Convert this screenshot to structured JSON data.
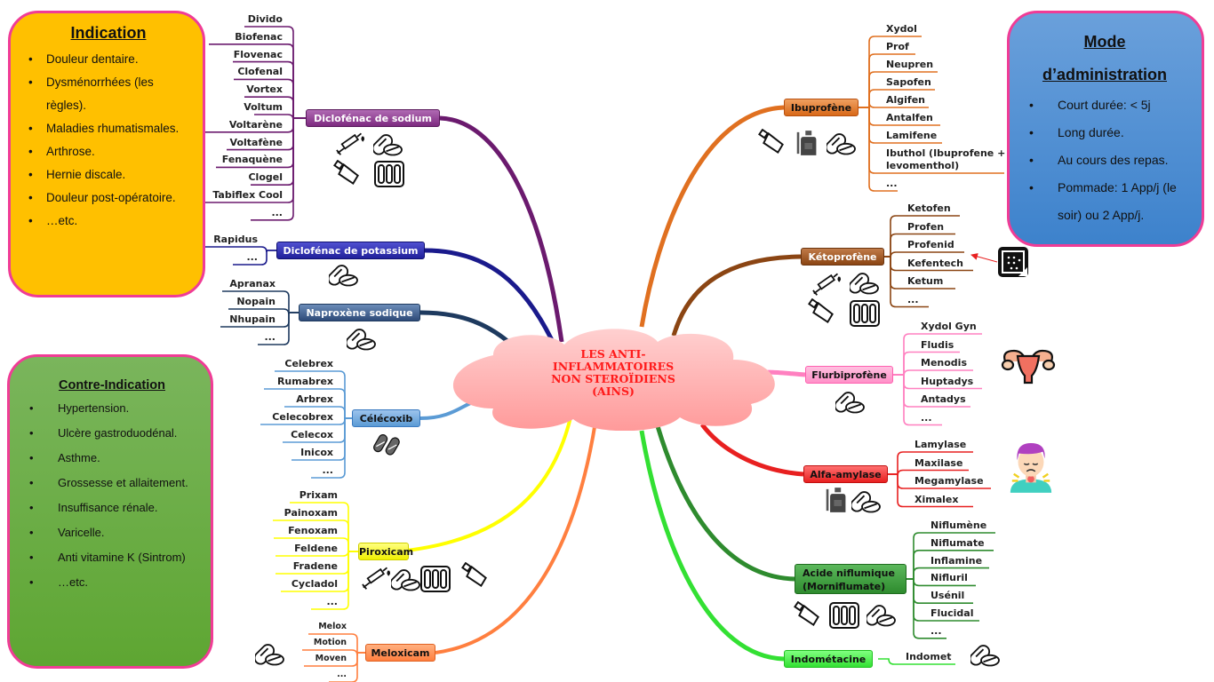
{
  "center": {
    "lines": [
      "LES ANTI-",
      "INFLAMMATOIRES",
      "NON STEROÏDIENS",
      "(AINS)"
    ],
    "color": "#ff1a1a",
    "fill": "#ffb3b3"
  },
  "indication": {
    "title": "Indication",
    "items": [
      "Douleur dentaire.",
      "Dysménorrhées (les règles).",
      "Maladies rhumatismales.",
      "Arthrose.",
      "Hernie discale.",
      "Douleur post-opératoire.",
      "…etc."
    ]
  },
  "contre_indication": {
    "title": "Contre-Indication",
    "items": [
      "Hypertension.",
      "Ulcère gastroduodénal.",
      "Asthme.",
      "Grossesse et allaitement.",
      "Insuffisance rénale.",
      "Varicelle.",
      "Anti vitamine K (Sintrom)",
      "…etc."
    ]
  },
  "mode_administration": {
    "title_line1": "Mode",
    "title_line2": "d’administration",
    "items": [
      "Court durée: < 5j",
      "Long durée.",
      "Au cours des repas.",
      "Pommade: 1 App/j (le soir) ou 2 App/j."
    ]
  },
  "topics": {
    "diclofenac_sodium": {
      "label": "Diclofénac de sodium",
      "color": "#6b1a6e",
      "brands": [
        "Divido",
        "Biofenac",
        "Flovenac",
        "Clofenal",
        "Vortex",
        "Voltum",
        "Voltarène",
        "Voltafène",
        "Fenaquène",
        "Clogel",
        "Tabiflex Cool",
        "..."
      ],
      "forms": [
        "syringe-icon",
        "pill-icon",
        "ointment-tube-icon",
        "suppository-icon"
      ]
    },
    "diclofenac_potassium": {
      "label": "Diclofénac de potassium",
      "color": "#1a1a8c",
      "brands": [
        "Rapidus",
        "..."
      ],
      "forms": [
        "pill-icon"
      ]
    },
    "naproxene": {
      "label": "Naproxène sodique",
      "color": "#1e3a5f",
      "brands": [
        "Apranax",
        "Nopain",
        "Nhupain",
        "..."
      ],
      "forms": [
        "pill-icon"
      ]
    },
    "celecoxib": {
      "label": "Célécoxib",
      "color": "#5b9bd5",
      "brands": [
        "Celebrex",
        "Rumabrex",
        "Arbrex",
        "Celecobrex",
        "Celecox",
        "Inicox",
        "..."
      ],
      "forms": [
        "capsules-icon"
      ]
    },
    "piroxicam": {
      "label": "Piroxicam",
      "color": "#ffff00",
      "brands": [
        "Prixam",
        "Painoxam",
        "Fenoxam",
        "Feldene",
        "Fradene",
        "Cycladol",
        "..."
      ],
      "forms": [
        "syringe-icon",
        "pill-icon",
        "suppository-icon",
        "ointment-tube-icon"
      ]
    },
    "meloxicam": {
      "label": "Meloxicam",
      "color": "#ff7f3f",
      "brands": [
        "Melox",
        "Motion",
        "Moven",
        "..."
      ],
      "forms": [
        "pill-icon"
      ]
    },
    "ibuprofene": {
      "label": "Ibuprofène",
      "color": "#e07020",
      "brands": [
        "Xydol",
        "Prof",
        "Neupren",
        "Sapofen",
        "Algifen",
        "Antalfen",
        "Lamifene",
        "Ibuthol (Ibuprofene + levomenthol)",
        "..."
      ],
      "forms": [
        "ointment-tube-icon",
        "syrup-bottle-icon",
        "pill-icon"
      ]
    },
    "ketoprofene": {
      "label": "Kétoprofène",
      "color": "#8b4513",
      "brands": [
        "Ketofen",
        "Profen",
        "Profenid",
        "Kefentech",
        "Ketum",
        "..."
      ],
      "forms": [
        "syringe-icon",
        "pill-icon",
        "ointment-tube-icon",
        "suppository-icon"
      ],
      "annotation": "patch-icon"
    },
    "flurbiprofene": {
      "label": "Flurbiprofène",
      "color": "#ff80c0",
      "brands": [
        "Xydol Gyn",
        "Fludis",
        "Menodis",
        "Huptadys",
        "Antadys",
        "..."
      ],
      "forms": [
        "pill-icon"
      ],
      "illustration": "uterus-icon"
    },
    "alfa_amylase": {
      "label": "Alfa-amylase",
      "color": "#e82020",
      "brands": [
        "Lamylase",
        "Maxilase",
        "Megamylase",
        "Ximalex"
      ],
      "forms": [
        "syrup-bottle-icon",
        "pill-icon"
      ],
      "illustration": "sore-throat-person-icon"
    },
    "acide_niflumique": {
      "label_line1": "Acide niflumique",
      "label_line2": "(Morniflumate)",
      "color": "#2e8b2e",
      "brands": [
        "Niflumène",
        "Niflumate",
        "Inflamine",
        "Nifluril",
        "Usénil",
        "Flucidal",
        "..."
      ],
      "forms": [
        "ointment-tube-icon",
        "suppository-icon",
        "pill-icon"
      ]
    },
    "indometacine": {
      "label": "Indométacine",
      "color": "#33e033",
      "brands": [
        "Indomet"
      ],
      "forms": [
        "pill-icon"
      ]
    }
  }
}
